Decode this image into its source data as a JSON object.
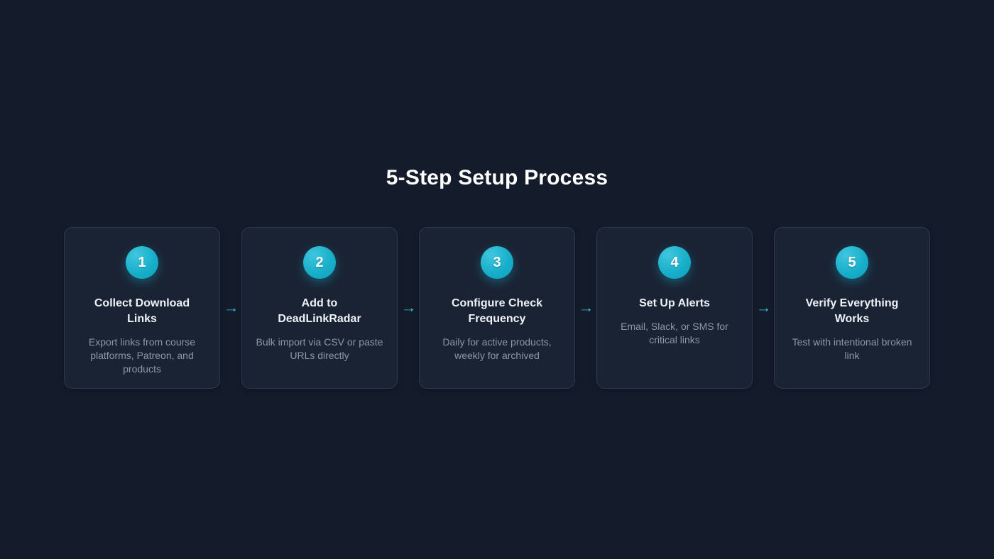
{
  "section": {
    "title": "5-Step Setup Process"
  },
  "theme": {
    "background": "#141b2b",
    "card_background": "#1a2334",
    "card_border": "#2d384e",
    "accent_cyan": "#17aec9",
    "accent_cyan_light": "#3fc6de",
    "arrow_color": "#34c6e0",
    "heading_color": "#ffffff",
    "step_title_color": "#eef2f7",
    "step_description_color": "#8b97a8"
  },
  "arrow_icon": "→",
  "steps": [
    {
      "number": "1",
      "title": "Collect Download Links",
      "description": "Export links from course platforms, Patreon, and products"
    },
    {
      "number": "2",
      "title": "Add to DeadLinkRadar",
      "description": "Bulk import via CSV or paste URLs directly"
    },
    {
      "number": "3",
      "title": "Configure Check Frequency",
      "description": "Daily for active products, weekly for archived"
    },
    {
      "number": "4",
      "title": "Set Up Alerts",
      "description": "Email, Slack, or SMS for critical links"
    },
    {
      "number": "5",
      "title": "Verify Everything Works",
      "description": "Test with intentional broken link"
    }
  ]
}
